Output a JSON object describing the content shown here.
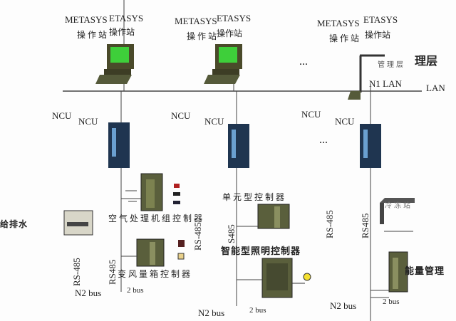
{
  "stations": [
    {
      "name": "METASYS",
      "ghost": "ETASYS",
      "role": "操作站"
    },
    {
      "name": "METASYS",
      "ghost": "ETASYS",
      "role": "操作站"
    },
    {
      "name": "METASYS",
      "ghost": "ETASYS",
      "role": "操作站"
    }
  ],
  "ellipsis": "...",
  "mgmt_layer": "管理层",
  "mgmt_layer_ghost": "理层",
  "n1_lan": "N1 LAN",
  "lan_ghost": "LAN",
  "ncu": "NCU",
  "controllers": {
    "ahu": "空气处理机组控制器",
    "water": "给排水",
    "vav": "变风量箱控制器",
    "unit": "单元型控制器",
    "lighting": "智能型照明控制器",
    "chiller": "冷冻站",
    "energy": "能量管理"
  },
  "rs485_dash": "RS-485",
  "rs485": "RS485",
  "s485": "S485",
  "n2_bus": "N2 bus",
  "n2_bus_ghost": "2 bus",
  "colors": {
    "screen": "#3ecf3a",
    "device": "#5a5f3c",
    "cabinet": "#1f3550",
    "line": "#333333"
  }
}
